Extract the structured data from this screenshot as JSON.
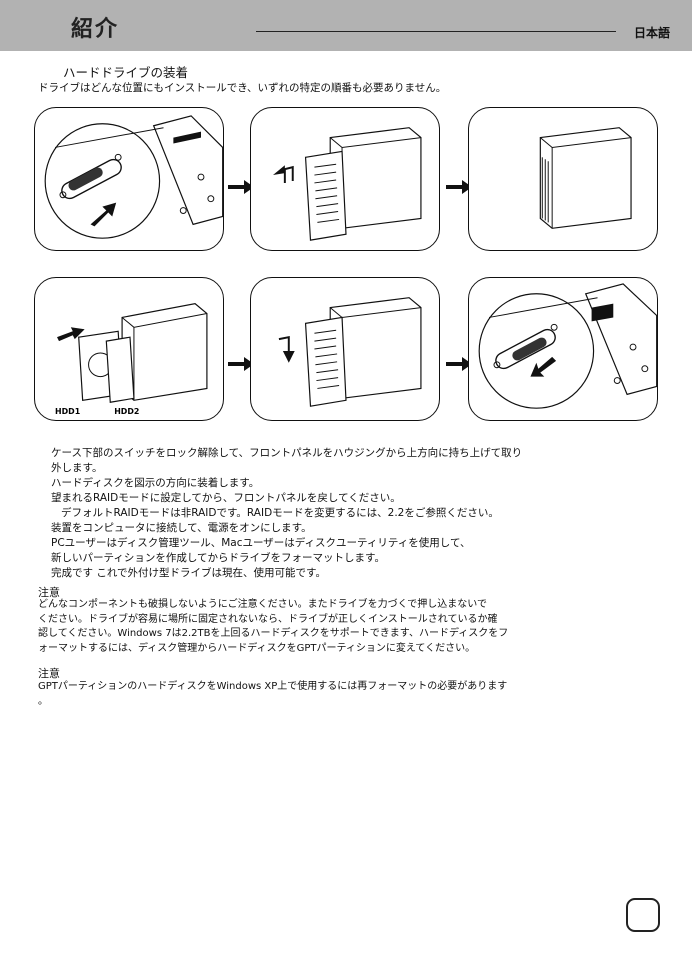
{
  "header": {
    "title": "紹介",
    "language": "日本語"
  },
  "section_title": "ハードドライブの装着",
  "intro": "ドライブはどんな位置にもインストールでき、いずれの特定の順番も必要ありません。",
  "labels": {
    "hdd1": "HDD1",
    "hdd2": "HDD2"
  },
  "steps": [
    "ケース下部のスイッチをロック解除して、フロントパネルをハウジングから上方向に持ち上げて取り",
    "外します。",
    "ハードディスクを図示の方向に装着します。",
    "望まれるRAIDモードに設定してから、フロントパネルを戻してください。",
    "デフォルトRAIDモードは非RAIDです。RAIDモードを変更するには、2.2をご参照ください。",
    "装置をコンピュータに接続して、電源をオンにします。",
    "PCユーザーはディスク管理ツール、Macユーザーはディスクユーティリティを使用して、",
    "新しいパーティションを作成してからドライブをフォーマットします。",
    "完成です これで外付け型ドライブは現在、使用可能です。"
  ],
  "note1": {
    "heading": "注意",
    "lines": [
      "どんなコンポーネントも破損しないようにご注意ください。またドライブを力づくで押し込まないで",
      "ください。ドライブが容易に場所に固定されないなら、ドライブが正しくインストールされているか確",
      "認してください。Windows 7は2.2TBを上回るハードディスクをサポートできます、ハードディスクをフ",
      "ォーマットするには、ディスク管理からハードディスクをGPTパーティションに変えてください。"
    ]
  },
  "note2": {
    "heading": "注意",
    "lines": [
      "GPTパーティションのハードディスクをWindows XP上で使用するには再フォーマットの必要があります",
      "。"
    ]
  }
}
